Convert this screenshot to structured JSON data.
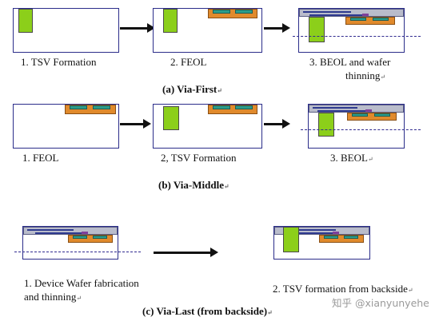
{
  "row_a": {
    "step1": "1. TSV Formation",
    "step2": "2.  FEOL",
    "step3_line1": "3. BEOL and wafer",
    "step3_line2": "thinning",
    "caption": "(a)  Via-First"
  },
  "row_b": {
    "step1": "1. FEOL",
    "step2": "2, TSV Formation",
    "step3": "3. BEOL",
    "caption": "(b) Via-Middle"
  },
  "row_c": {
    "step1_line1": "1. Device Wafer fabrication",
    "step1_line2": "and thinning",
    "step2": "2. TSV formation from backside",
    "caption": "(c) Via-Last (from backside)"
  },
  "paragraph_mark": "↵",
  "watermark": "知乎 @xianyunyehe",
  "colors": {
    "tsv": "#8ccf1a",
    "feol": "#e08a2c",
    "gate": "#2b9c8a",
    "beol": "#b9bccb",
    "wafer_border": "#2b2d8a",
    "dashed_line": "#2f2a8f"
  }
}
